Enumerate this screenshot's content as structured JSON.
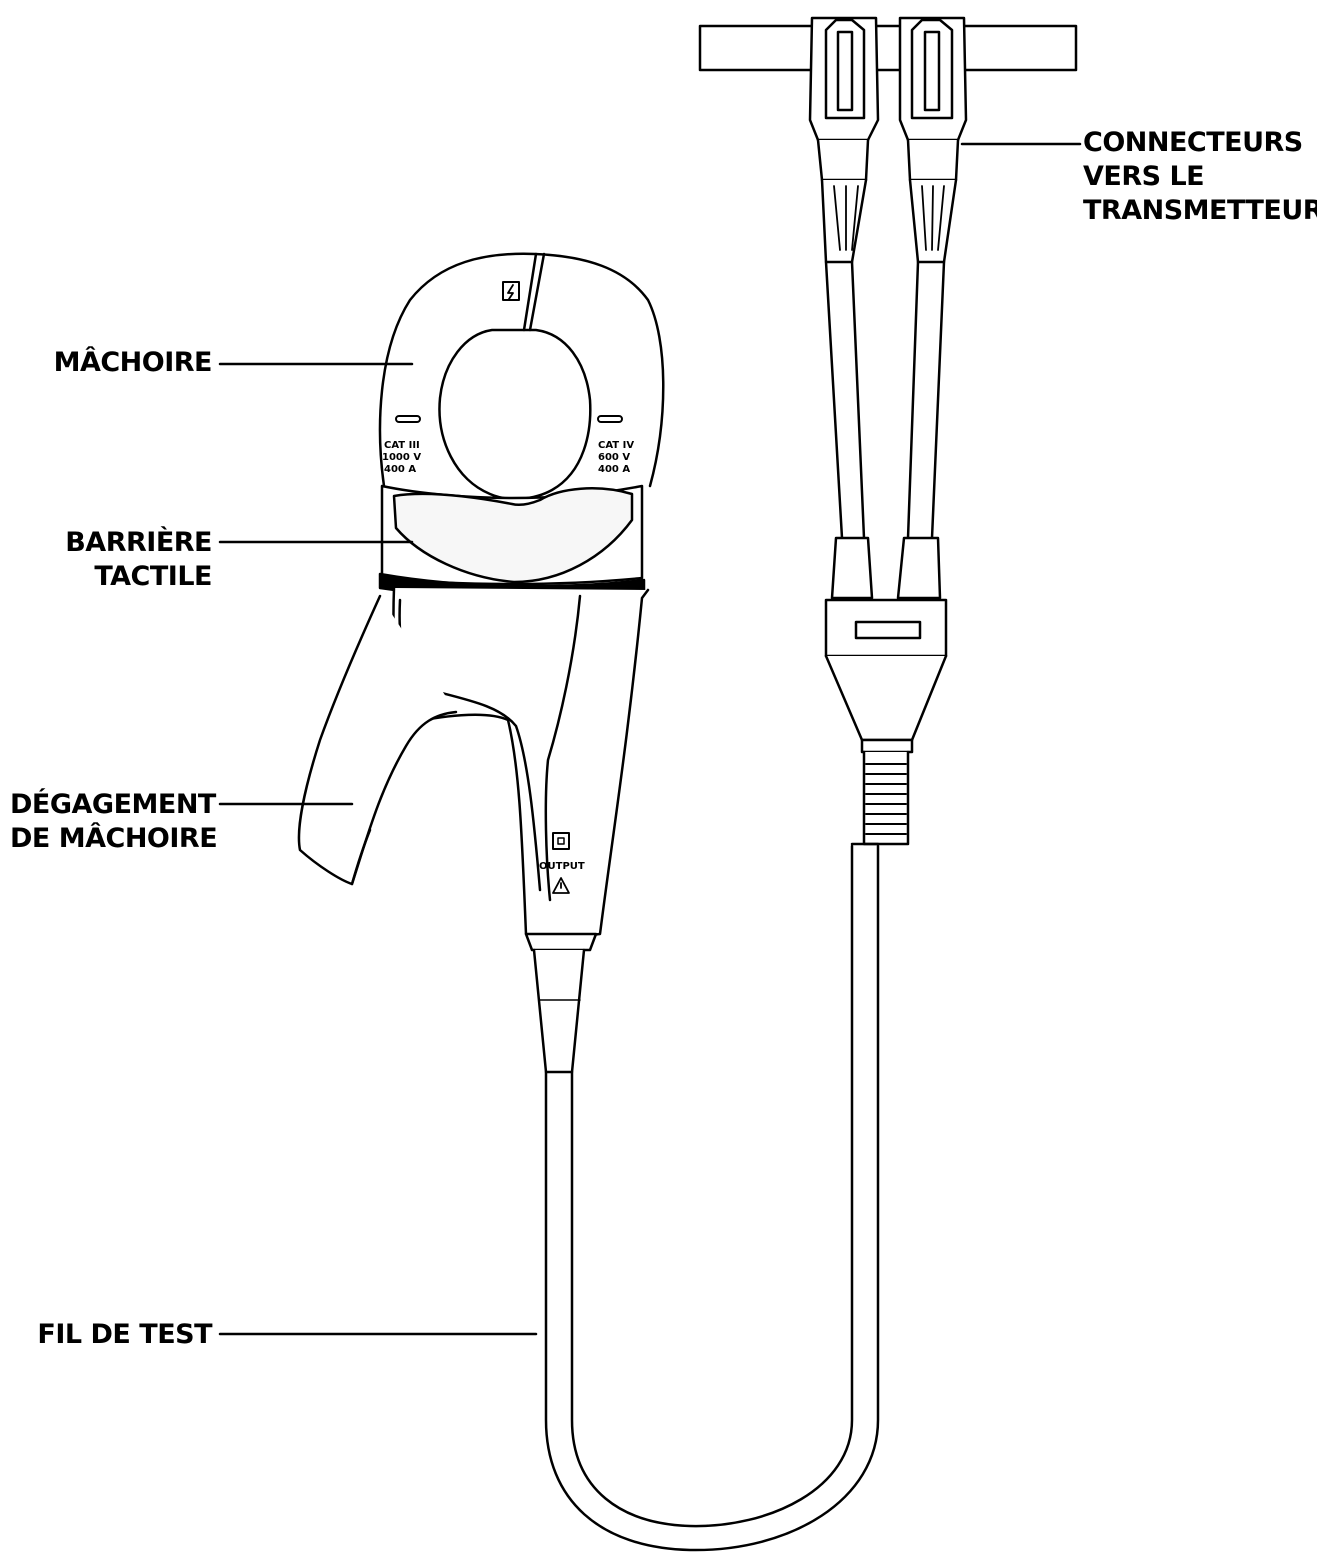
{
  "labels": {
    "jaw": {
      "line1": "MÂCHOIRE"
    },
    "tactile_barrier": {
      "line1": "BARRIÈRE",
      "line2": "TACTILE"
    },
    "jaw_release": {
      "line1": "DÉGAGEMENT",
      "line2": "DE MÂCHOIRE"
    },
    "test_lead": {
      "line1": "FIL DE TEST"
    },
    "connectors": {
      "line1": "CONNECTEURS",
      "line2": "VERS LE",
      "line3": "TRANSMETTEUR"
    }
  },
  "markings": {
    "left_rating": {
      "cat": "CAT III",
      "volt": "1000 V",
      "amp": "400 A"
    },
    "right_rating": {
      "cat": "CAT IV",
      "volt": "600 V",
      "amp": "400 A"
    },
    "output_label": "OUTPUT"
  },
  "colors": {
    "line": "#000000",
    "fill": "#ffffff",
    "shade": "#f2f2f2"
  }
}
